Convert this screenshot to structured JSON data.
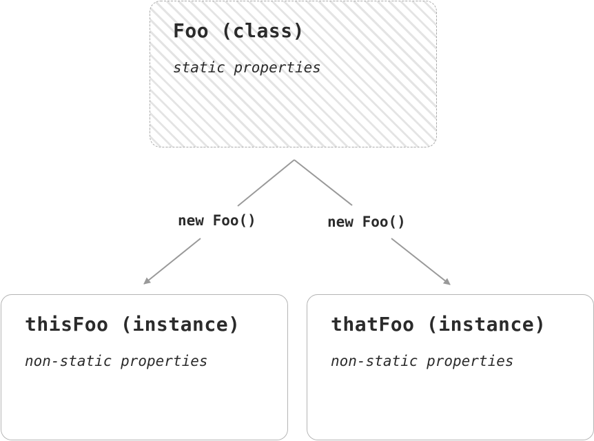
{
  "class_node": {
    "title": "Foo (class)",
    "subtitle": "static properties"
  },
  "instances": [
    {
      "title": "thisFoo (instance)",
      "subtitle": "non-static properties"
    },
    {
      "title": "thatFoo (instance)",
      "subtitle": "non-static properties"
    }
  ],
  "edges": [
    {
      "label": "new Foo()"
    },
    {
      "label": "new Foo()"
    }
  ],
  "colors": {
    "text": "#2b2b2b",
    "line": "#999999",
    "border": "#b4b4b4",
    "hatch": "#e4e4e4"
  }
}
